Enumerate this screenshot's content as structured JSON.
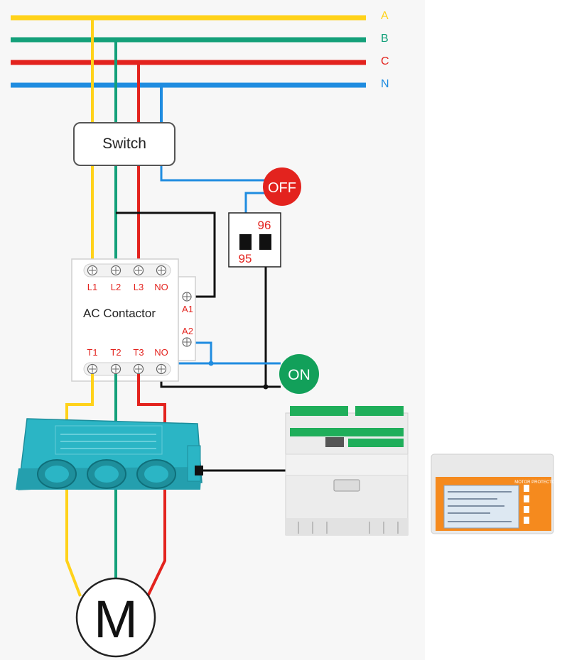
{
  "buses": [
    {
      "label": "A",
      "color": "#ffd21a"
    },
    {
      "label": "B",
      "color": "#14a07a"
    },
    {
      "label": "C",
      "color": "#e3231e"
    },
    {
      "label": "N",
      "color": "#1f8ce0"
    }
  ],
  "switch": {
    "label": "Switch"
  },
  "off_button": {
    "label": "OFF",
    "color": "#e3231e"
  },
  "on_button": {
    "label": "ON",
    "color": "#12a05a"
  },
  "relay": {
    "top_label": "96",
    "bottom_label": "95"
  },
  "contactor": {
    "title": "AC Contactor",
    "top_terminals": [
      "L1",
      "L2",
      "L3",
      "NO"
    ],
    "bottom_terminals": [
      "T1",
      "T2",
      "T3",
      "NO"
    ],
    "coil_terminals": [
      "A1",
      "A2"
    ]
  },
  "motor": {
    "label": "M"
  },
  "ct": {
    "color": "#2bb5c5"
  },
  "protector": {
    "title": "MOTOR PROTECTOR"
  }
}
